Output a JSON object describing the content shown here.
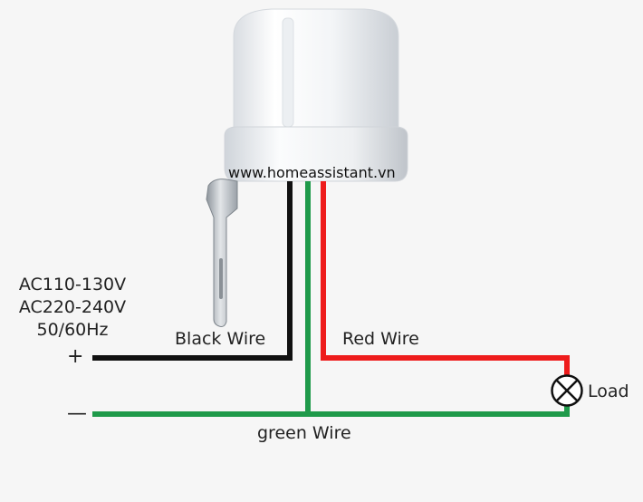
{
  "supply": {
    "line1": "AC110-130V",
    "line2": "AC220-240V",
    "line3": "50/60Hz"
  },
  "terminals": {
    "plus": "+",
    "minus": "—"
  },
  "wires": {
    "black": {
      "label": "Black Wire",
      "color": "#111111"
    },
    "red": {
      "label": "Red Wire",
      "color": "#ee1c1c"
    },
    "green": {
      "label": "green Wire",
      "color": "#1f9a4a"
    }
  },
  "load": {
    "label": "Load"
  },
  "watermark_url": "www.homeassistant.vn"
}
